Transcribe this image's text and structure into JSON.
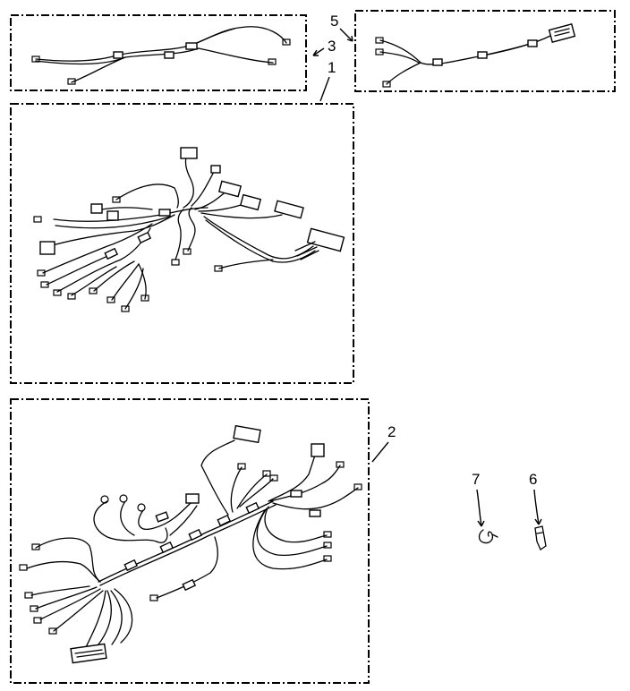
{
  "callouts": {
    "c1": "1",
    "c2": "2",
    "c3": "3",
    "c5": "5",
    "c6": "6",
    "c7": "7"
  },
  "colors": {
    "line": "#000000",
    "background": "#ffffff"
  }
}
